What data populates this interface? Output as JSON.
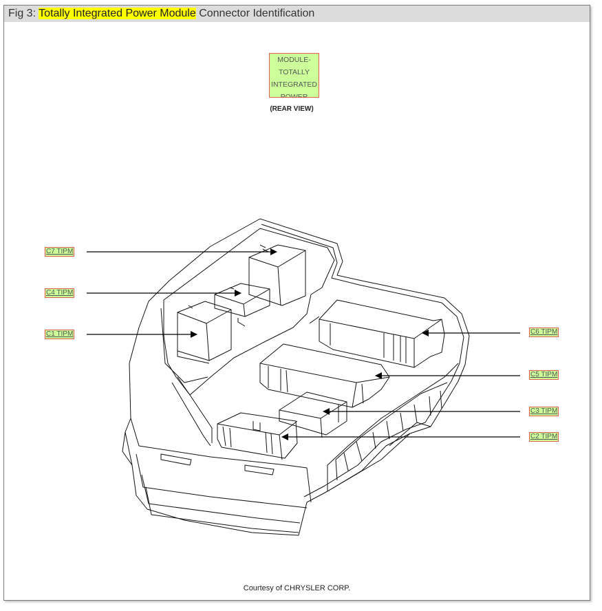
{
  "caption": {
    "prefix": "Fig 3: ",
    "highlight": "Totally Integrated Power Module",
    "suffix": " Connector Identification"
  },
  "module_label": [
    "MODULE-",
    "TOTALLY",
    "INTEGRATED",
    "POWER"
  ],
  "view_label": "(REAR VIEW)",
  "connectors": {
    "c7": "C7 TIPM",
    "c4": "C4 TIPM",
    "c1": "C1 TIPM",
    "c6": "C6 TIPM",
    "c5": "C5 TIPM",
    "c3": "C3 TIPM",
    "c2": "C2 TIPM"
  },
  "credit": "Courtesy of CHRYSLER CORP.",
  "colors": {
    "label_fill": "#ccff99",
    "label_border": "#e06050",
    "caption_highlight": "#ffff00",
    "caption_bar": "#dcdcdc"
  }
}
